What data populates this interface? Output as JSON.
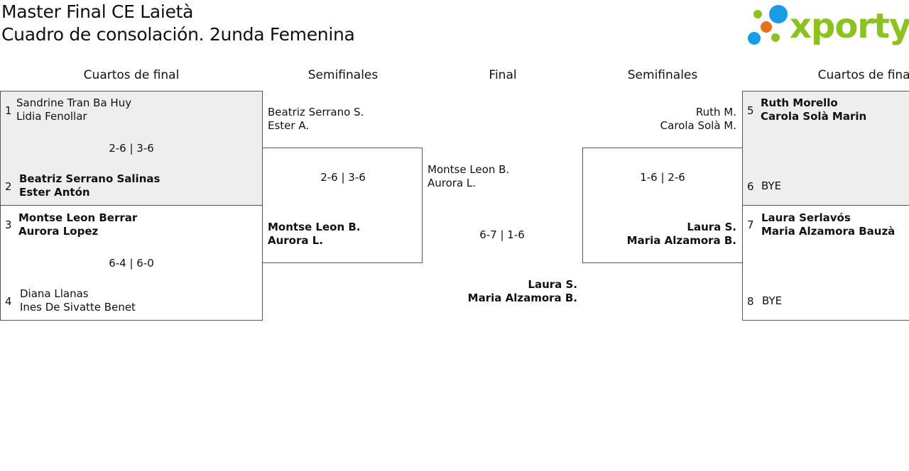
{
  "header": {
    "title_line1": "Master Final CE Laietà",
    "title_line2": "Cuadro de consolación. 2unda Femenina"
  },
  "logo": {
    "text": "xporty",
    "dot_colors": [
      "#1a9be6",
      "#8cc21f",
      "#e8711c",
      "#1a9be6",
      "#8cc21f"
    ],
    "text_color": "#8cc21f"
  },
  "columns": {
    "left_quarterfinals": "Cuartos de final",
    "left_semifinals": "Semifinales",
    "final": "Final",
    "right_semifinals": "Semifinales",
    "right_quarterfinals": "Cuartos de final"
  },
  "left_quarterfinals": [
    {
      "top": {
        "seed": "1",
        "player1": "Sandrine Tran Ba Huy",
        "player2": "Lidia Fenollar",
        "winner": false
      },
      "bottom": {
        "seed": "2",
        "player1": "Beatriz Serrano Salinas",
        "player2": "Ester Antón",
        "winner": true
      },
      "score": "2-6 | 3-6"
    },
    {
      "top": {
        "seed": "3",
        "player1": "Montse Leon Berrar",
        "player2": "Aurora Lopez",
        "winner": true
      },
      "bottom": {
        "seed": "4",
        "player1": "Diana Llanas",
        "player2": "Ines De Sivatte Benet",
        "winner": false
      },
      "score": "6-4 | 6-0"
    }
  ],
  "left_semifinal": {
    "top": {
      "player1": "Beatriz Serrano S.",
      "player2": "Ester A.",
      "winner": false
    },
    "bottom": {
      "player1": "Montse Leon B.",
      "player2": "Aurora L.",
      "winner": true
    },
    "score": "2-6 | 3-6"
  },
  "final": {
    "top": {
      "player1": "Montse Leon B.",
      "player2": "Aurora L.",
      "winner": false
    },
    "bottom": {
      "player1": "Laura S.",
      "player2": "Maria Alzamora B.",
      "winner": true
    },
    "score": "6-7 | 1-6"
  },
  "right_semifinal": {
    "top": {
      "player1": "Ruth M.",
      "player2": "Carola Solà M.",
      "winner": false
    },
    "bottom": {
      "player1": "Laura S.",
      "player2": "Maria Alzamora B.",
      "winner": true
    },
    "score": "1-6 | 2-6"
  },
  "right_quarterfinals": [
    {
      "top": {
        "seed": "5",
        "player1": "Ruth Morello",
        "player2": "Carola Solà Marin",
        "winner": true
      },
      "bottom": {
        "seed": "6",
        "player1": "BYE",
        "player2": "",
        "winner": false
      },
      "score": ""
    },
    {
      "top": {
        "seed": "7",
        "player1": "Laura Serlavós",
        "player2": "Maria Alzamora Bauzà",
        "winner": true
      },
      "bottom": {
        "seed": "8",
        "player1": "BYE",
        "player2": "",
        "winner": false
      },
      "score": ""
    }
  ]
}
